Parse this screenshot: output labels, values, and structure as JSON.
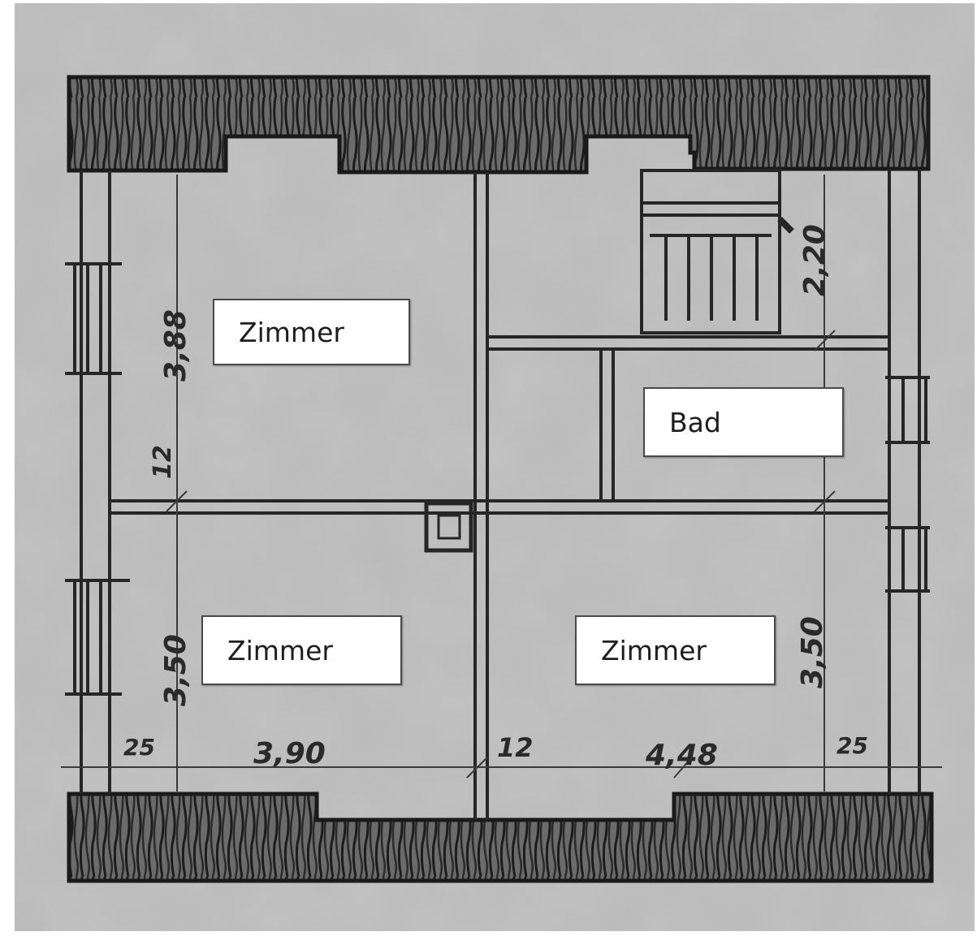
{
  "rooms": [
    {
      "label": "Zimmer"
    },
    {
      "label": "Bad"
    },
    {
      "label": "Zimmer"
    },
    {
      "label": "Zimmer"
    }
  ],
  "dimensions": {
    "left_upper": "3,88",
    "left_mid": "12",
    "left_lower": "3,50",
    "right_upper": "2,20",
    "right_lower": "3,50",
    "bottom_left_wall": "25",
    "bottom_left_room": "3,90",
    "bottom_mid_wall": "12",
    "bottom_right_room": "4,48",
    "bottom_right_wall": "25"
  },
  "colors": {
    "paper": "#c9c9c9",
    "ink": "#262626",
    "label_bg": "#ffffff"
  }
}
